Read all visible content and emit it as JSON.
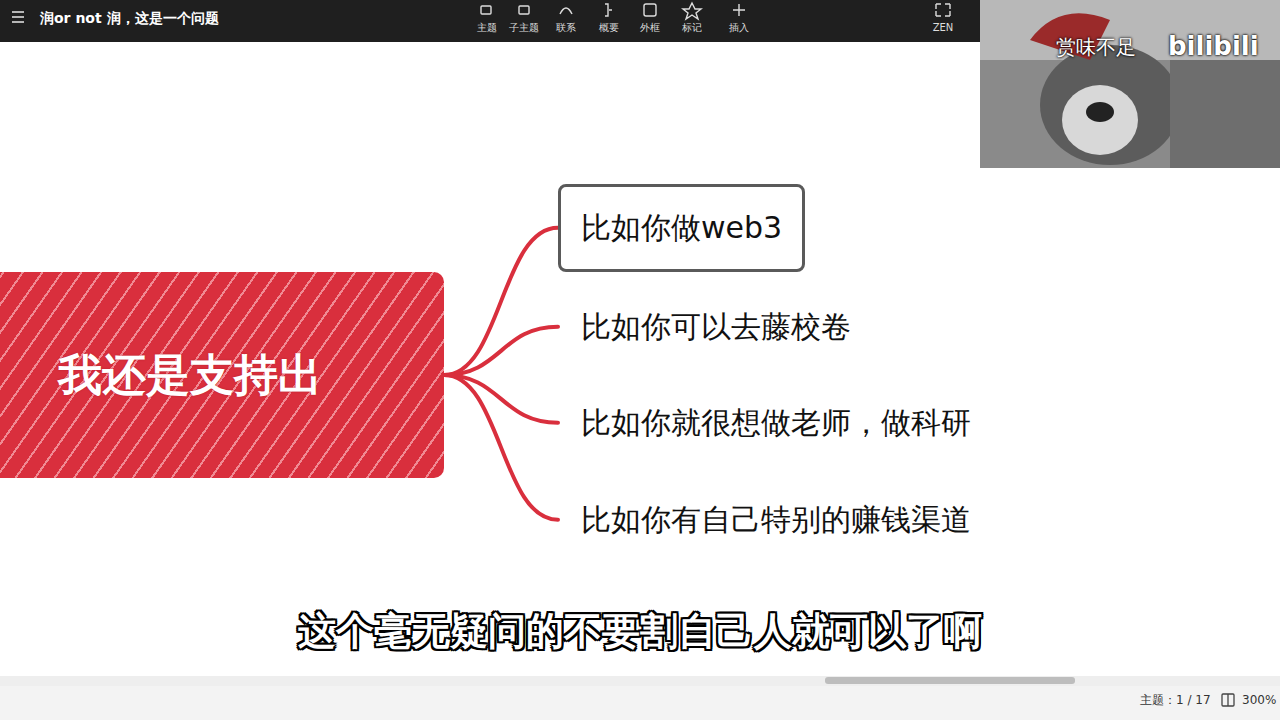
{
  "diagram": {
    "title": "润or not 润，这是一个问题",
    "caption": "这个毫无疑问的不要割自己人就可以了啊",
    "nodes": [
      {
        "text": [
          "我还是支持出"
        ]
      },
      {
        "text": [
          "比如你做web3"
        ]
      },
      {
        "text": [
          "比如你可以去藤校卷"
        ]
      },
      {
        "text": [
          "比如你就很想做老师，做科研"
        ]
      },
      {
        "text": [
          "比如你有自己特别的赚钱渠道"
        ]
      }
    ],
    "edges": [
      {
        "from": 0,
        "to": 1,
        "arrow": "none"
      },
      {
        "from": 0,
        "to": 2,
        "arrow": "none"
      },
      {
        "from": 0,
        "to": 3,
        "arrow": "none"
      },
      {
        "from": 0,
        "to": 4,
        "arrow": "none"
      }
    ],
    "labels": [
      "主题",
      "子主题",
      "联系",
      "概要",
      "外框",
      "标记",
      "插入",
      "ZEN",
      "赏味不足",
      "bilibili",
      "主题：1 / 17",
      "300%"
    ]
  }
}
